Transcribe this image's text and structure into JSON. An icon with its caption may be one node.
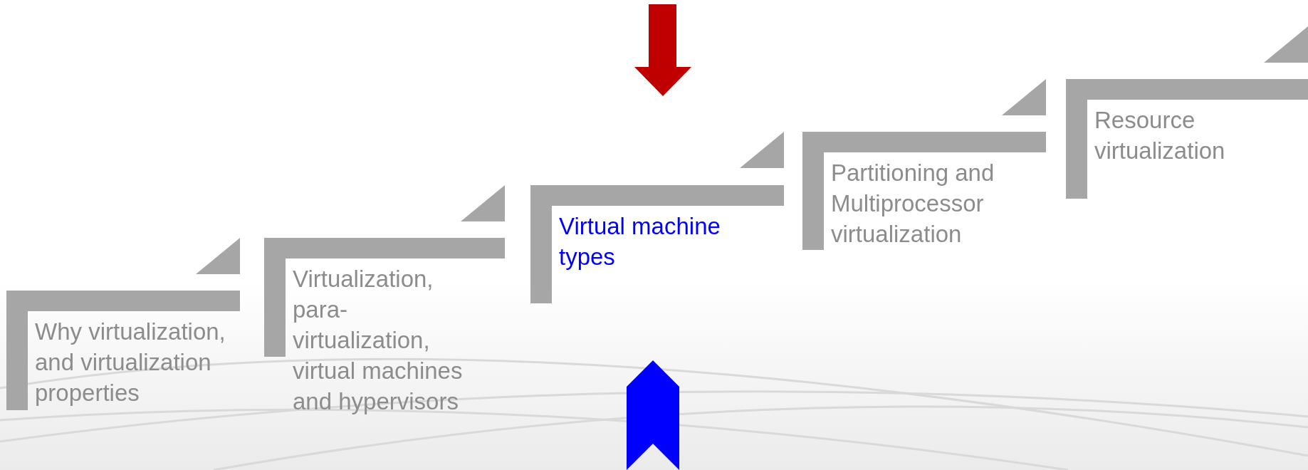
{
  "diagram": {
    "nodes": [
      {
        "text": [
          "Why virtualization, and virtualization properties"
        ]
      },
      {
        "text": [
          "Virtualization, para-virtualization, virtual machines and hypervisors"
        ]
      },
      {
        "text": [
          "Virtual machine types"
        ]
      },
      {
        "text": [
          "Partitioning and Multiprocessor virtualization"
        ]
      },
      {
        "text": [
          "Resource virtualization"
        ]
      }
    ]
  }
}
